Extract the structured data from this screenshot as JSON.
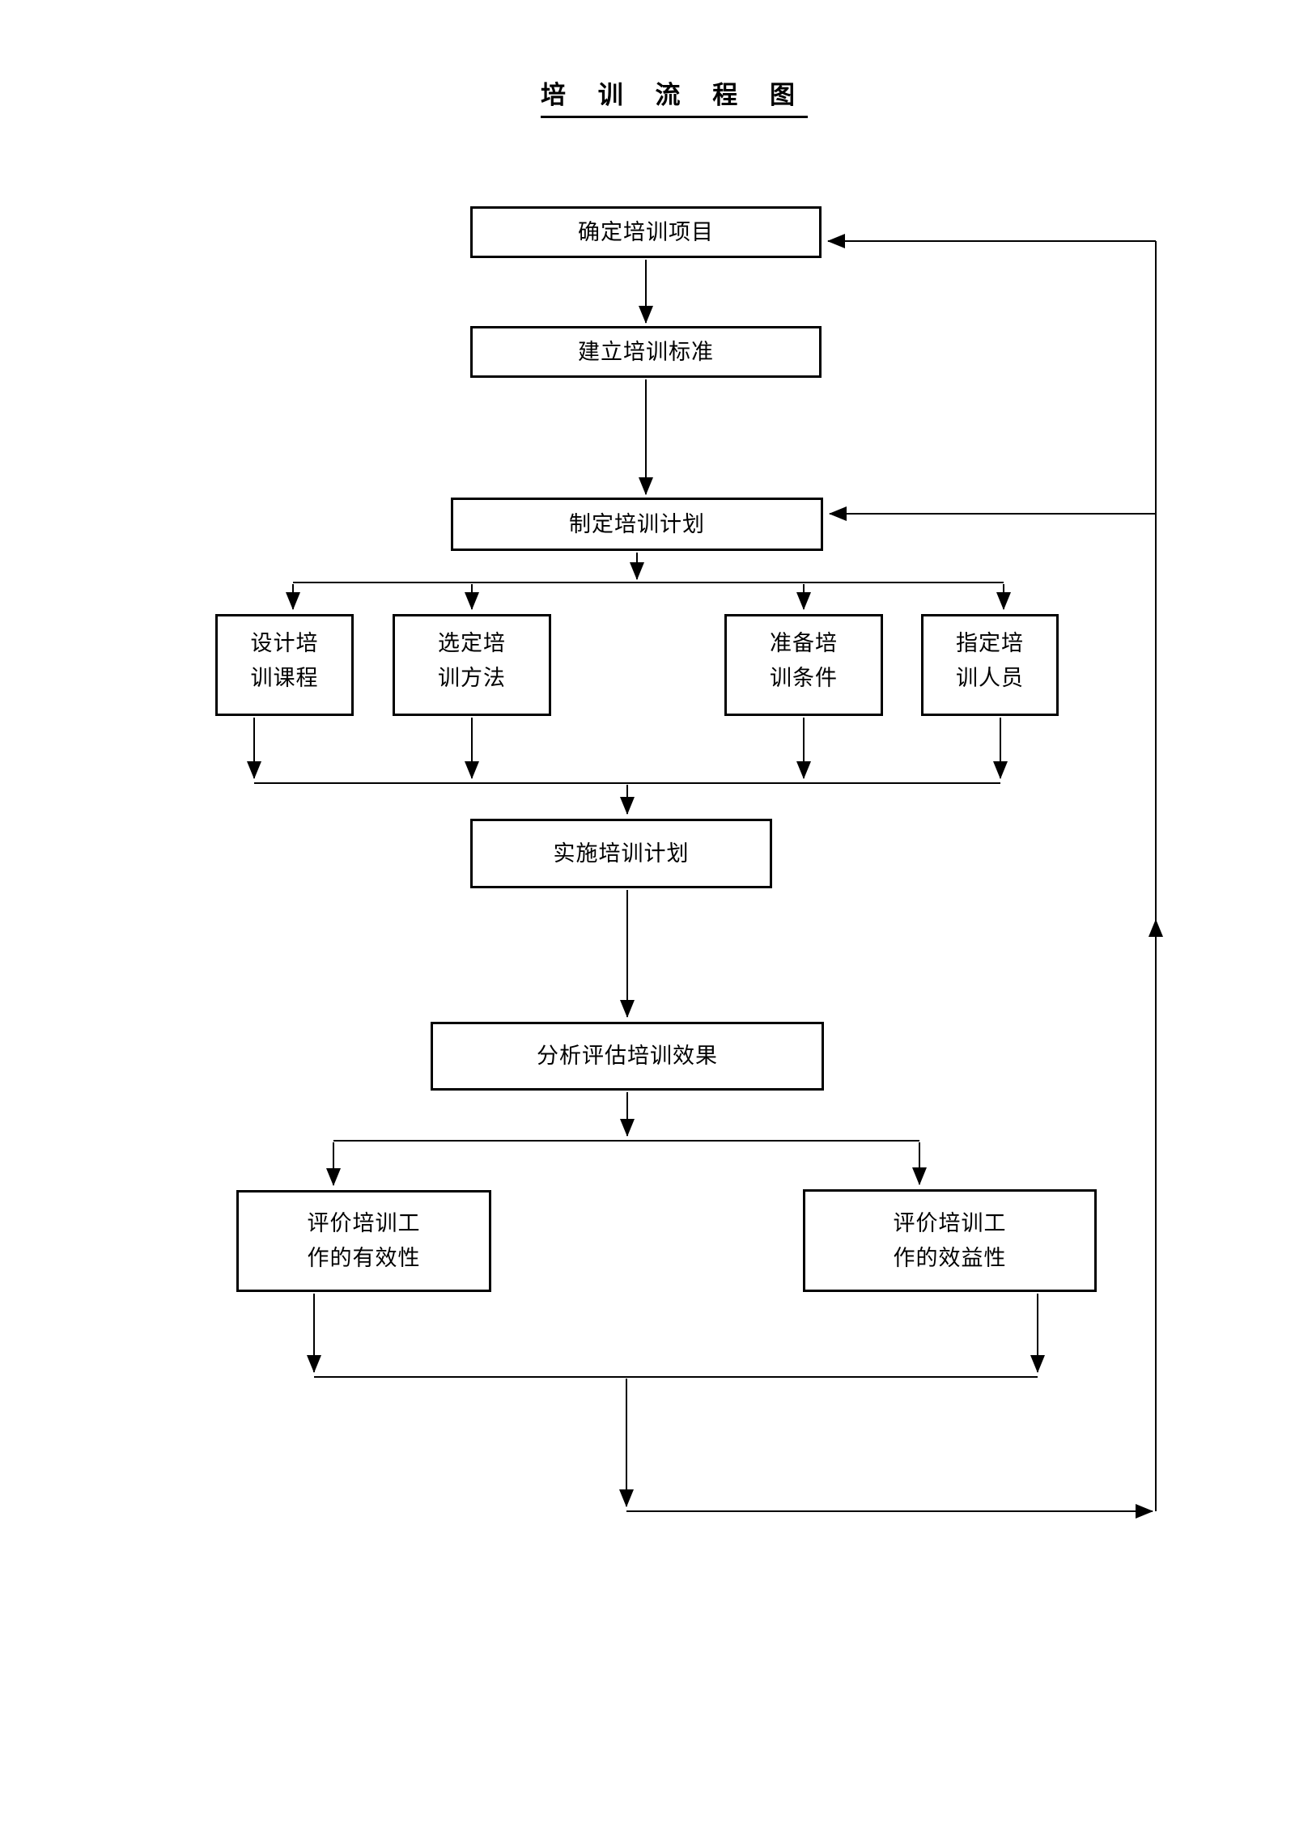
{
  "title": "培 训 流 程 图",
  "nodes": {
    "n1": {
      "label": "确定培训项目"
    },
    "n2": {
      "label": "建立培训标准"
    },
    "n3": {
      "label": "制定培训计划"
    },
    "n4a": {
      "line1": "设计培",
      "line2": "训课程"
    },
    "n4b": {
      "line1": "选定培",
      "line2": "训方法"
    },
    "n4c": {
      "line1": "准备培",
      "line2": "训条件"
    },
    "n4d": {
      "line1": "指定培",
      "line2": "训人员"
    },
    "n5": {
      "label": "实施培训计划"
    },
    "n6": {
      "label": "分析评估培训效果"
    },
    "n7a": {
      "line1": "评价培训工",
      "line2": "作的有效性"
    },
    "n7b": {
      "line1": "评价培训工",
      "line2": "作的效益性"
    }
  },
  "edges": [
    {
      "from": "n1",
      "to": "n2"
    },
    {
      "from": "n2",
      "to": "n3"
    },
    {
      "from": "n3",
      "to": "n4a"
    },
    {
      "from": "n3",
      "to": "n4b"
    },
    {
      "from": "n3",
      "to": "n4c"
    },
    {
      "from": "n3",
      "to": "n4d"
    },
    {
      "from": "n4a",
      "to": "n5"
    },
    {
      "from": "n4b",
      "to": "n5"
    },
    {
      "from": "n4c",
      "to": "n5"
    },
    {
      "from": "n4d",
      "to": "n5"
    },
    {
      "from": "n5",
      "to": "n6"
    },
    {
      "from": "n6",
      "to": "n7a"
    },
    {
      "from": "n6",
      "to": "n7b"
    },
    {
      "from": "n7a",
      "to": "feedback-loop"
    },
    {
      "from": "n7b",
      "to": "feedback-loop"
    },
    {
      "from": "feedback-loop",
      "to": "n3"
    },
    {
      "from": "feedback-loop",
      "to": "n1"
    }
  ],
  "colors": {
    "line": "#000000",
    "background": "#ffffff"
  }
}
